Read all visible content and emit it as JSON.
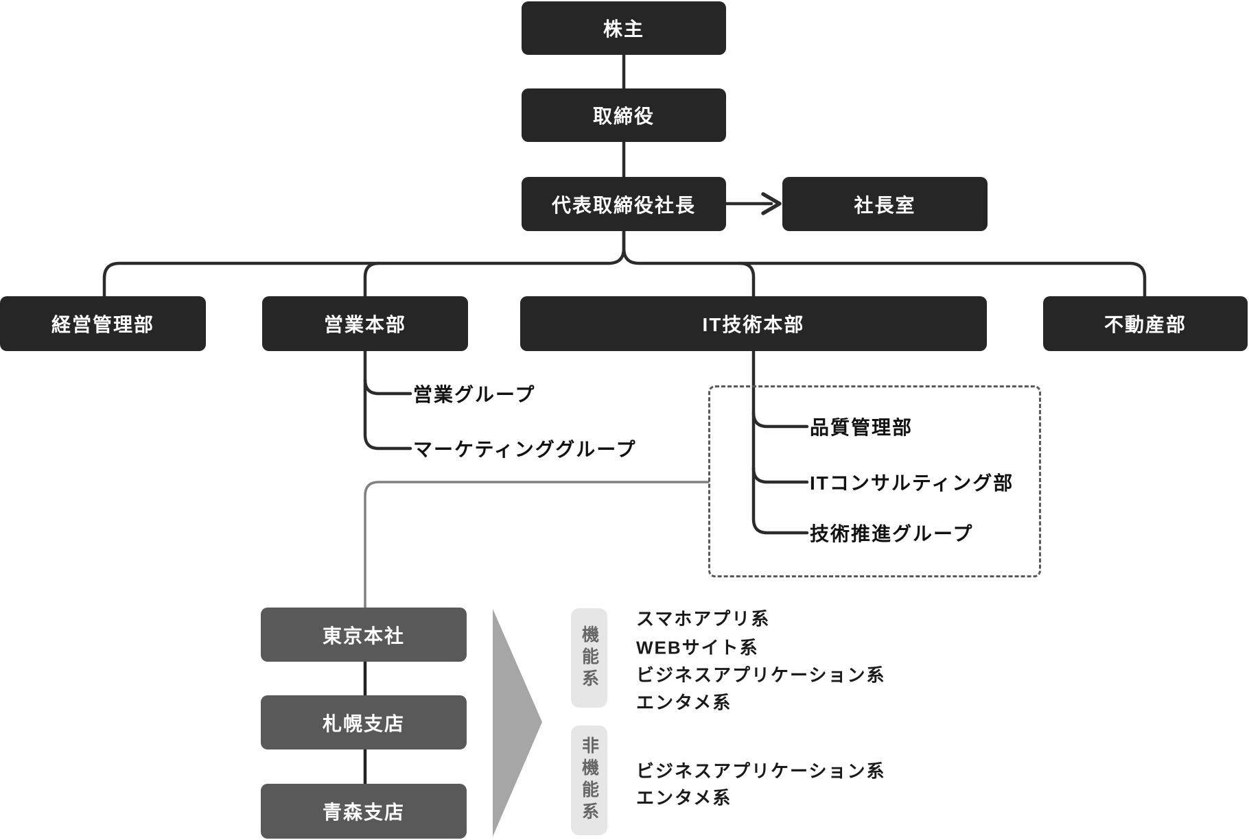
{
  "nodes": {
    "shareholders": {
      "label": "株主"
    },
    "board_of_directors": {
      "label": "取締役"
    },
    "president": {
      "label": "代表取締役社長"
    },
    "presidents_office": {
      "label": "社長室"
    },
    "management_admin_dept": {
      "label": "経営管理部"
    },
    "sales_hq": {
      "label": "営業本部"
    },
    "it_tech_hq": {
      "label": "IT技術本部"
    },
    "real_estate_dept": {
      "label": "不動産部"
    },
    "tokyo_head_office": {
      "label": "東京本社"
    },
    "sapporo_branch": {
      "label": "札幌支店"
    },
    "aomori_branch": {
      "label": "青森支店"
    }
  },
  "sales_subgroups": {
    "sales_group": {
      "label": "営業グループ"
    },
    "marketing_group": {
      "label": "マーケティンググループ"
    }
  },
  "it_subgroups": {
    "quality_dept": {
      "label": "品質管理部"
    },
    "it_consulting_dept": {
      "label": "ITコンサルティング部"
    },
    "tech_promotion_group": {
      "label": "技術推進グループ"
    }
  },
  "system_categories": {
    "functional": {
      "label": "機能系",
      "items": [
        "スマホアプリ系",
        "WEBサイト系",
        "ビジネスアプリケーション系",
        "エンタメ系"
      ]
    },
    "non_functional": {
      "label": "非機能系",
      "items": [
        "ビジネスアプリケーション系",
        "エンタメ系"
      ]
    }
  },
  "colors": {
    "node_dark": "#262626",
    "node_gray": "#595959",
    "connector_dark": "#2b2b2b",
    "connector_gray": "#808080",
    "dashed_border": "#595959",
    "triangle": "#a6a6a6",
    "category_pill_bg": "#e7e6e6",
    "category_pill_text": "#666666",
    "background": "#ffffff"
  }
}
